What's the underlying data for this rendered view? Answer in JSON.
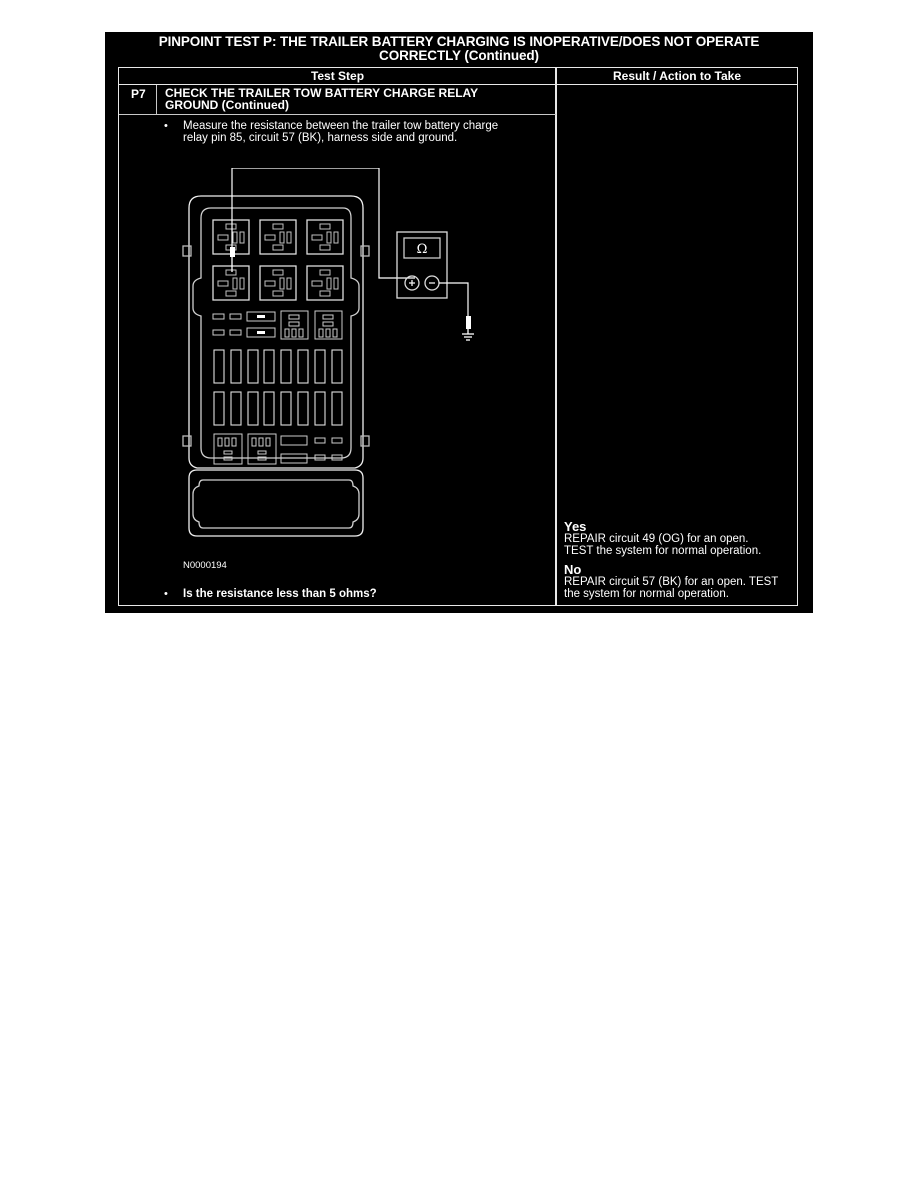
{
  "page": {
    "title_line1": "PINPOINT TEST  P: THE TRAILER BATTERY CHARGING IS INOPERATIVE/DOES NOT OPERATE",
    "title_line2": "CORRECTLY (Continued)"
  },
  "table": {
    "headers": {
      "test_step": "Test Step",
      "result_action": "Result / Action to Take"
    },
    "step": {
      "id": "P7",
      "title_line1": "CHECK THE TRAILER TOW BATTERY CHARGE RELAY",
      "title_line2": "GROUND (Continued)"
    },
    "instructions": [
      {
        "bullet": "•",
        "line1": "Measure the resistance between the trailer tow battery charge",
        "line2": "relay pin 85, circuit 57 (BK), harness side and ground."
      }
    ],
    "figure": {
      "id": "N0000194",
      "meter_symbol": "Ω",
      "positive_terminal": "+",
      "negative_terminal": "−",
      "icons": [
        "fuse-box-diagram",
        "ohmmeter-icon",
        "ground-symbol-icon"
      ]
    },
    "question": {
      "bullet": "•",
      "text": "Is the resistance less than 5 ohms?"
    },
    "results": [
      {
        "label": "Yes",
        "line1": "REPAIR circuit 49 (OG) for an open.",
        "line2": "TEST the system for normal operation."
      },
      {
        "label": "No",
        "line1": "REPAIR circuit 57 (BK) for an open. TEST",
        "line2": "the system for normal operation."
      }
    ]
  },
  "colors": {
    "background": "#000000",
    "text": "#ffffff",
    "lines": "#e8e8e8",
    "page": "#ffffff"
  }
}
